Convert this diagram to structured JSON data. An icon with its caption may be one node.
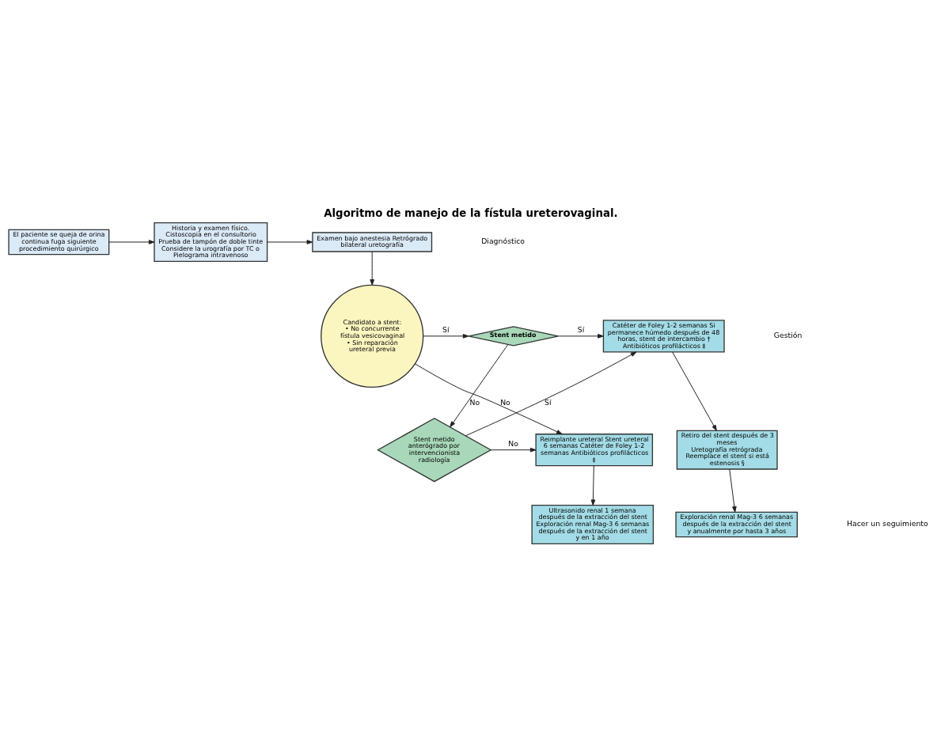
{
  "diagram": {
    "title": "Algoritmo de manejo de la fístula ureterovaginal.",
    "nodes": [
      {
        "text": [
          "El paciente se queja de orina continua fuga siguiente",
          "procedimiento quirúrgico"
        ]
      },
      {
        "text": [
          "Historia y examen físico.",
          "Cistoscopia en el consultorio",
          "Prueba de tampón de doble tinte",
          "Considere la urografía por TC o",
          "Pielograma intravenoso"
        ]
      },
      {
        "text": [
          "Examen bajo anestesia Retrógrado bilateral uretografía"
        ]
      },
      {
        "text": [
          "Candidato a stent:",
          "• No concurrente fístula vesicovaginal",
          "• Sin reparación ureteral previa"
        ]
      },
      {
        "text": [
          "Stent metido"
        ]
      },
      {
        "text": [
          "Catéter de Foley 1-2 semanas Si permanece húmedo después de 48 horas, stent de intercambio †",
          "Antibióticos profilácticos ‡"
        ]
      },
      {
        "text": [
          "Stent metido",
          "anterógrado por intervencionista radiología"
        ]
      },
      {
        "text": [
          "Reimplante ureteral Stent ureteral 6 semanas Catéter de Foley 1-2 semanas Antibióticos profilácticos ‡"
        ]
      },
      {
        "text": [
          "Retiro del stent después de 3 meses",
          "Uretografía retrógrada",
          "Reemplace el stent si está estenosis §"
        ]
      },
      {
        "text": [
          "Ultrasonido renal 1 semana",
          "después de la extracción del stent",
          "Exploración renal Mag-3 6 semanas después de la extracción del stent",
          "y en 1 año"
        ]
      },
      {
        "text": [
          "Exploración renal Mag-3 6 semanas después de la extracción del stent y anualmente por hasta 3 años"
        ]
      }
    ],
    "edges": [
      {
        "from": 0,
        "to": 1,
        "arrow": "to"
      },
      {
        "from": 1,
        "to": 2,
        "arrow": "to"
      },
      {
        "from": 2,
        "to": 3,
        "arrow": "to"
      },
      {
        "from": 3,
        "to": 4,
        "arrow": "to",
        "label": "Sí"
      },
      {
        "from": 3,
        "to": 7,
        "arrow": "to",
        "label": "No"
      },
      {
        "from": 4,
        "to": 5,
        "arrow": "to",
        "label": "Sí"
      },
      {
        "from": 4,
        "to": 6,
        "arrow": "to",
        "label": "No"
      },
      {
        "from": 6,
        "to": 5,
        "arrow": "to",
        "label": "Sí"
      },
      {
        "from": 6,
        "to": 7,
        "arrow": "to",
        "label": "No"
      },
      {
        "from": 5,
        "to": 8,
        "arrow": "to"
      },
      {
        "from": 7,
        "to": 9,
        "arrow": "to"
      },
      {
        "from": 8,
        "to": 10,
        "arrow": "to"
      }
    ],
    "labels": [
      "Diagnóstico",
      "Gestión",
      "Hacer un seguimiento"
    ]
  }
}
